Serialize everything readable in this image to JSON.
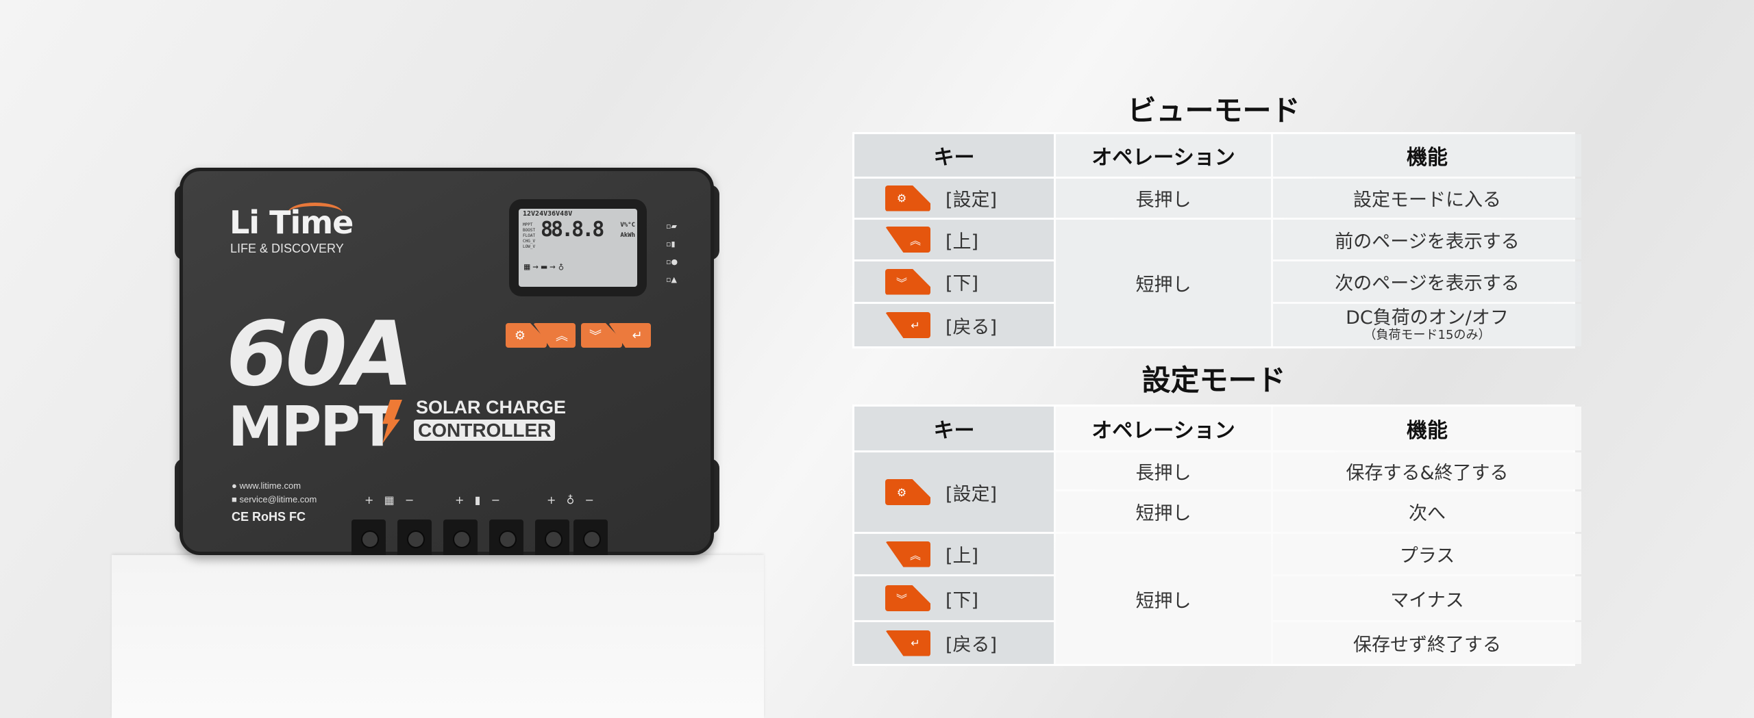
{
  "device": {
    "brand": "Li Time",
    "tagline": "LIFE & DISCOVERY",
    "rating": "60A",
    "type": "MPPT",
    "subtitle_1": "SOLAR CHARGE",
    "subtitle_2": "CONTROLLER",
    "lcd": {
      "top": "12V24V36V48V",
      "modes": [
        "MPPT",
        "BOOST",
        "FLOAT",
        "CHG_V",
        "LOW_V"
      ],
      "digits": "88.8.8",
      "units_1": "V%°C",
      "units_2": "AkWh"
    },
    "website": "www.litime.com",
    "email": "service@litime.com",
    "certs": "CE RoHS FC",
    "accent": "#ec7a3d"
  },
  "view_mode": {
    "title": "ビューモード",
    "headers": [
      "キー",
      "オペレーション",
      "機能"
    ],
    "keys": [
      {
        "icon": "gear-icon",
        "label": "[設定]"
      },
      {
        "icon": "double-chevron-up-icon",
        "label": "[上]"
      },
      {
        "icon": "double-chevron-down-icon",
        "label": "[下]"
      },
      {
        "icon": "return-icon",
        "label": "[戻る]"
      }
    ],
    "operations": [
      "長押し",
      "短押し"
    ],
    "functions": [
      "設定モードに入る",
      "前のページを表示する",
      "次のページを表示する",
      "DC負荷のオン/オフ"
    ],
    "function_note": "（負荷モード15のみ）"
  },
  "setting_mode": {
    "title": "設定モード",
    "headers": [
      "キー",
      "オペレーション",
      "機能"
    ],
    "keys": [
      {
        "icon": "gear-icon",
        "label": "[設定]"
      },
      {
        "icon": "double-chevron-up-icon",
        "label": "[上]"
      },
      {
        "icon": "double-chevron-down-icon",
        "label": "[下]"
      },
      {
        "icon": "return-icon",
        "label": "[戻る]"
      }
    ],
    "operations": [
      "長押し",
      "短押し",
      "短押し"
    ],
    "functions": [
      "保存する&終了する",
      "次へ",
      "プラス",
      "マイナス",
      "保存せず終了する"
    ]
  },
  "key_color": "#e5560e"
}
